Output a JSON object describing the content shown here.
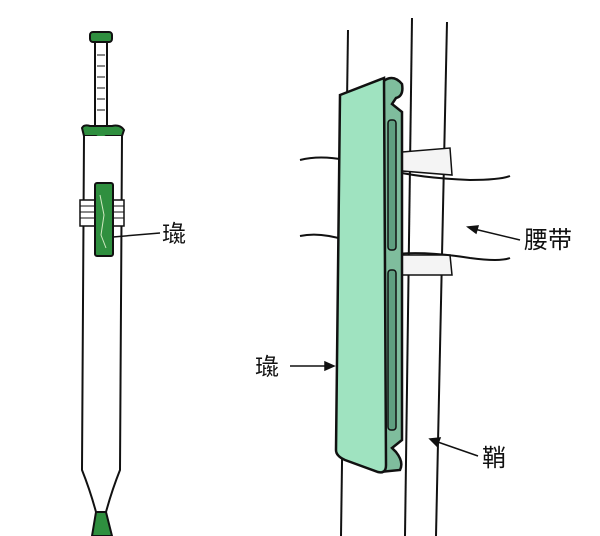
{
  "labels": {
    "left_zhi": "璏",
    "belt": "腰带",
    "right_zhi": "璏",
    "scabbard": "鞘"
  },
  "colors": {
    "sword_green": "#2f8f3f",
    "plate_front": "#9fe3c0",
    "plate_side": "#7fbd9d",
    "outline": "#111111"
  }
}
